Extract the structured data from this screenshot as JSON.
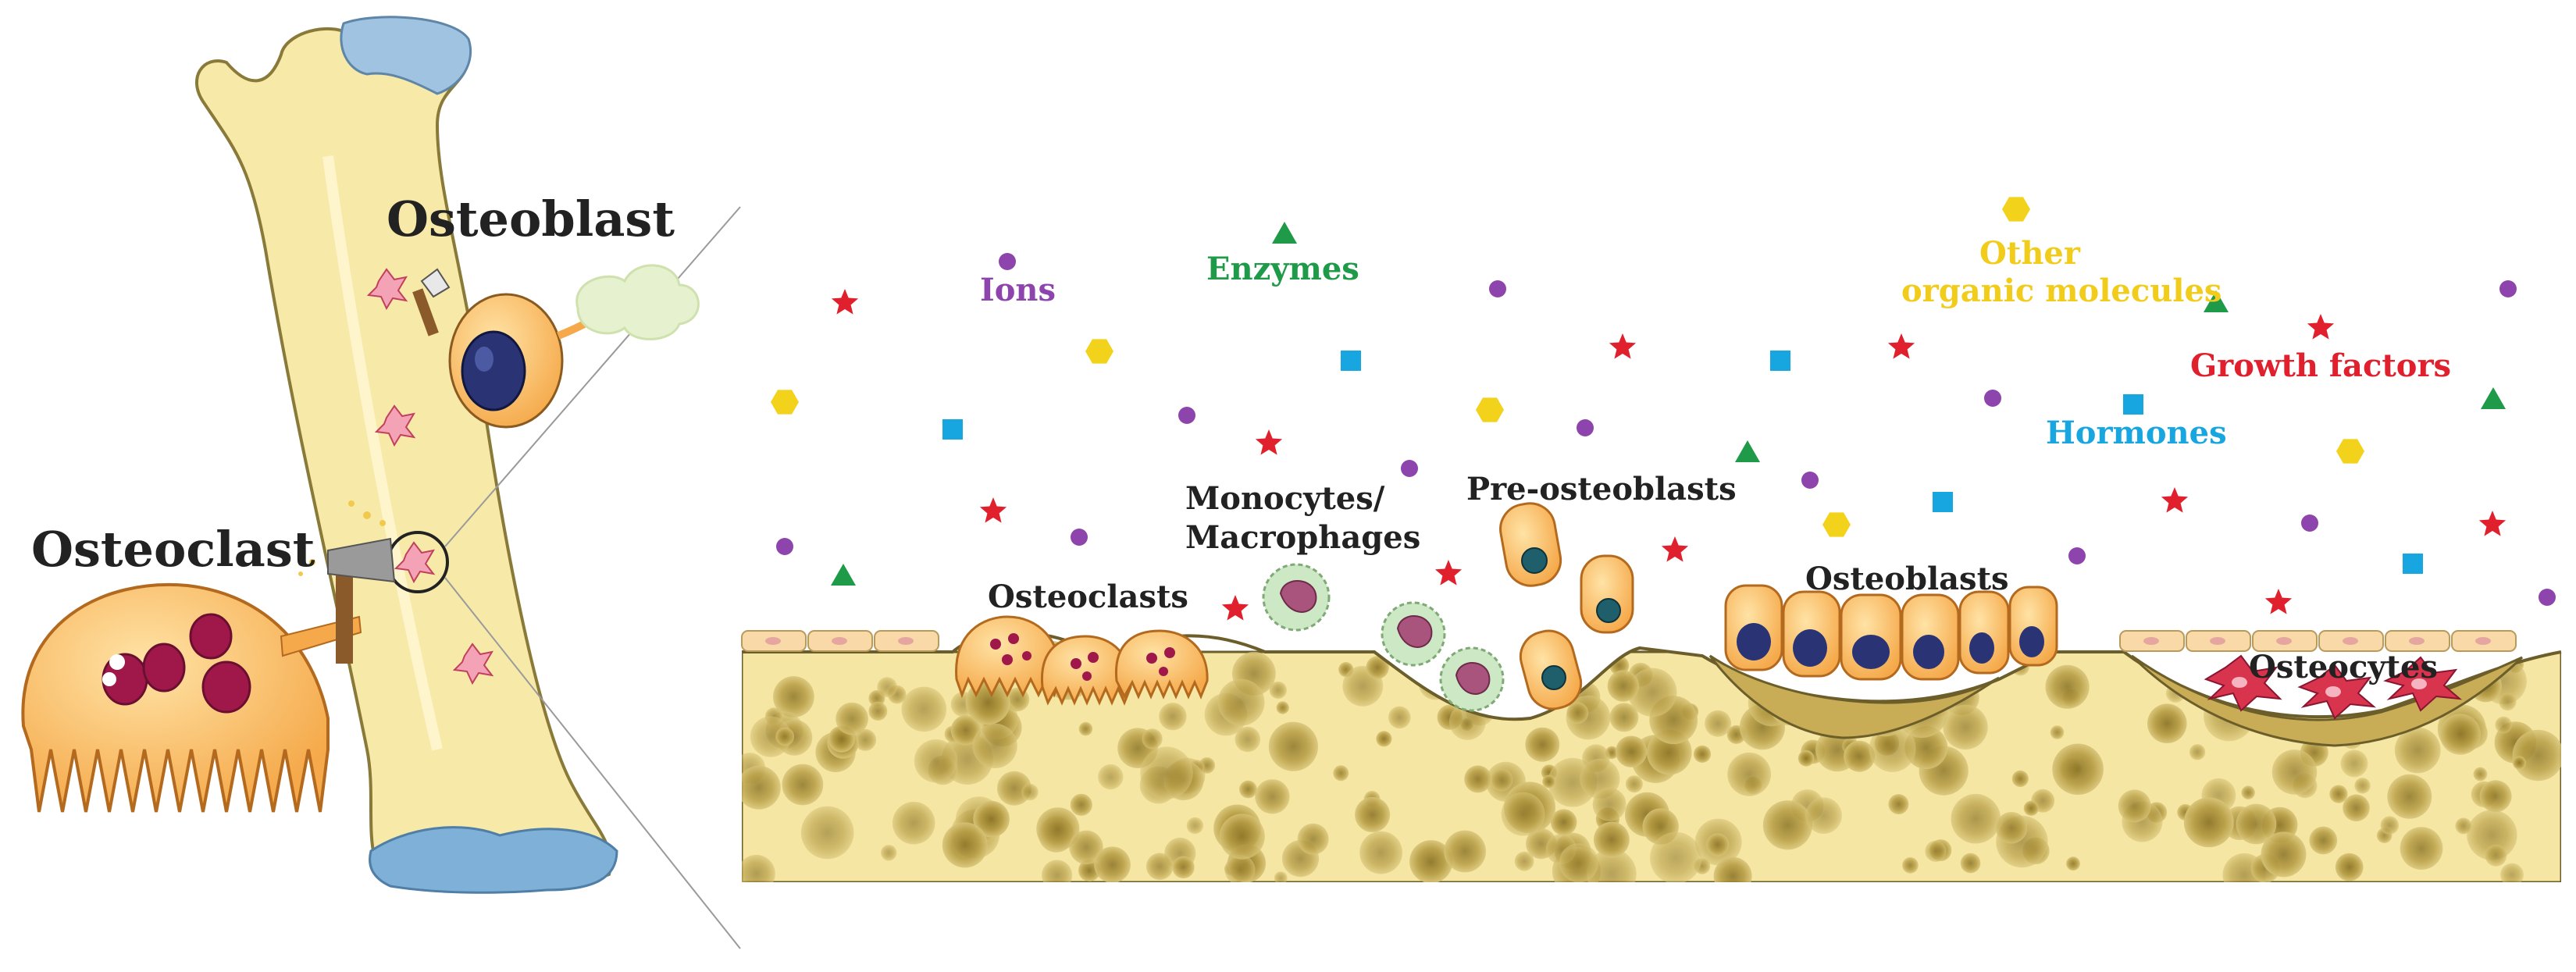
{
  "labels": {
    "osteoblast": "Osteoblast",
    "osteoclast": "Osteoclast",
    "ions": "Ions",
    "enzymes": "Enzymes",
    "other_line1": "Other",
    "other_line2": "organic molecules",
    "growth_factors": "Growth factors",
    "hormones": "Hormones",
    "monocytes_line1": "Monocytes/",
    "monocytes_line2": "Macrophages",
    "pre_osteoblasts": "Pre-osteoblasts",
    "osteoclasts": "Osteoclasts",
    "osteoblasts": "Osteoblasts",
    "osteocytes": "Osteocytes"
  },
  "colors": {
    "ions": "#8e44ad",
    "enzymes": "#1e9a48",
    "other_organic": "#f2d21b",
    "growth_factors": "#e0202d",
    "hormones": "#17a6e0",
    "bone": "#f5e6a3",
    "bone_spots": "#b49a42",
    "cell_orange": "#f7b45a",
    "nucleus": "#2a3475"
  },
  "icons": {
    "ions": "circle",
    "enzymes": "triangle",
    "other_organic": "hexagon",
    "growth_factors": "star",
    "hormones": "square"
  }
}
